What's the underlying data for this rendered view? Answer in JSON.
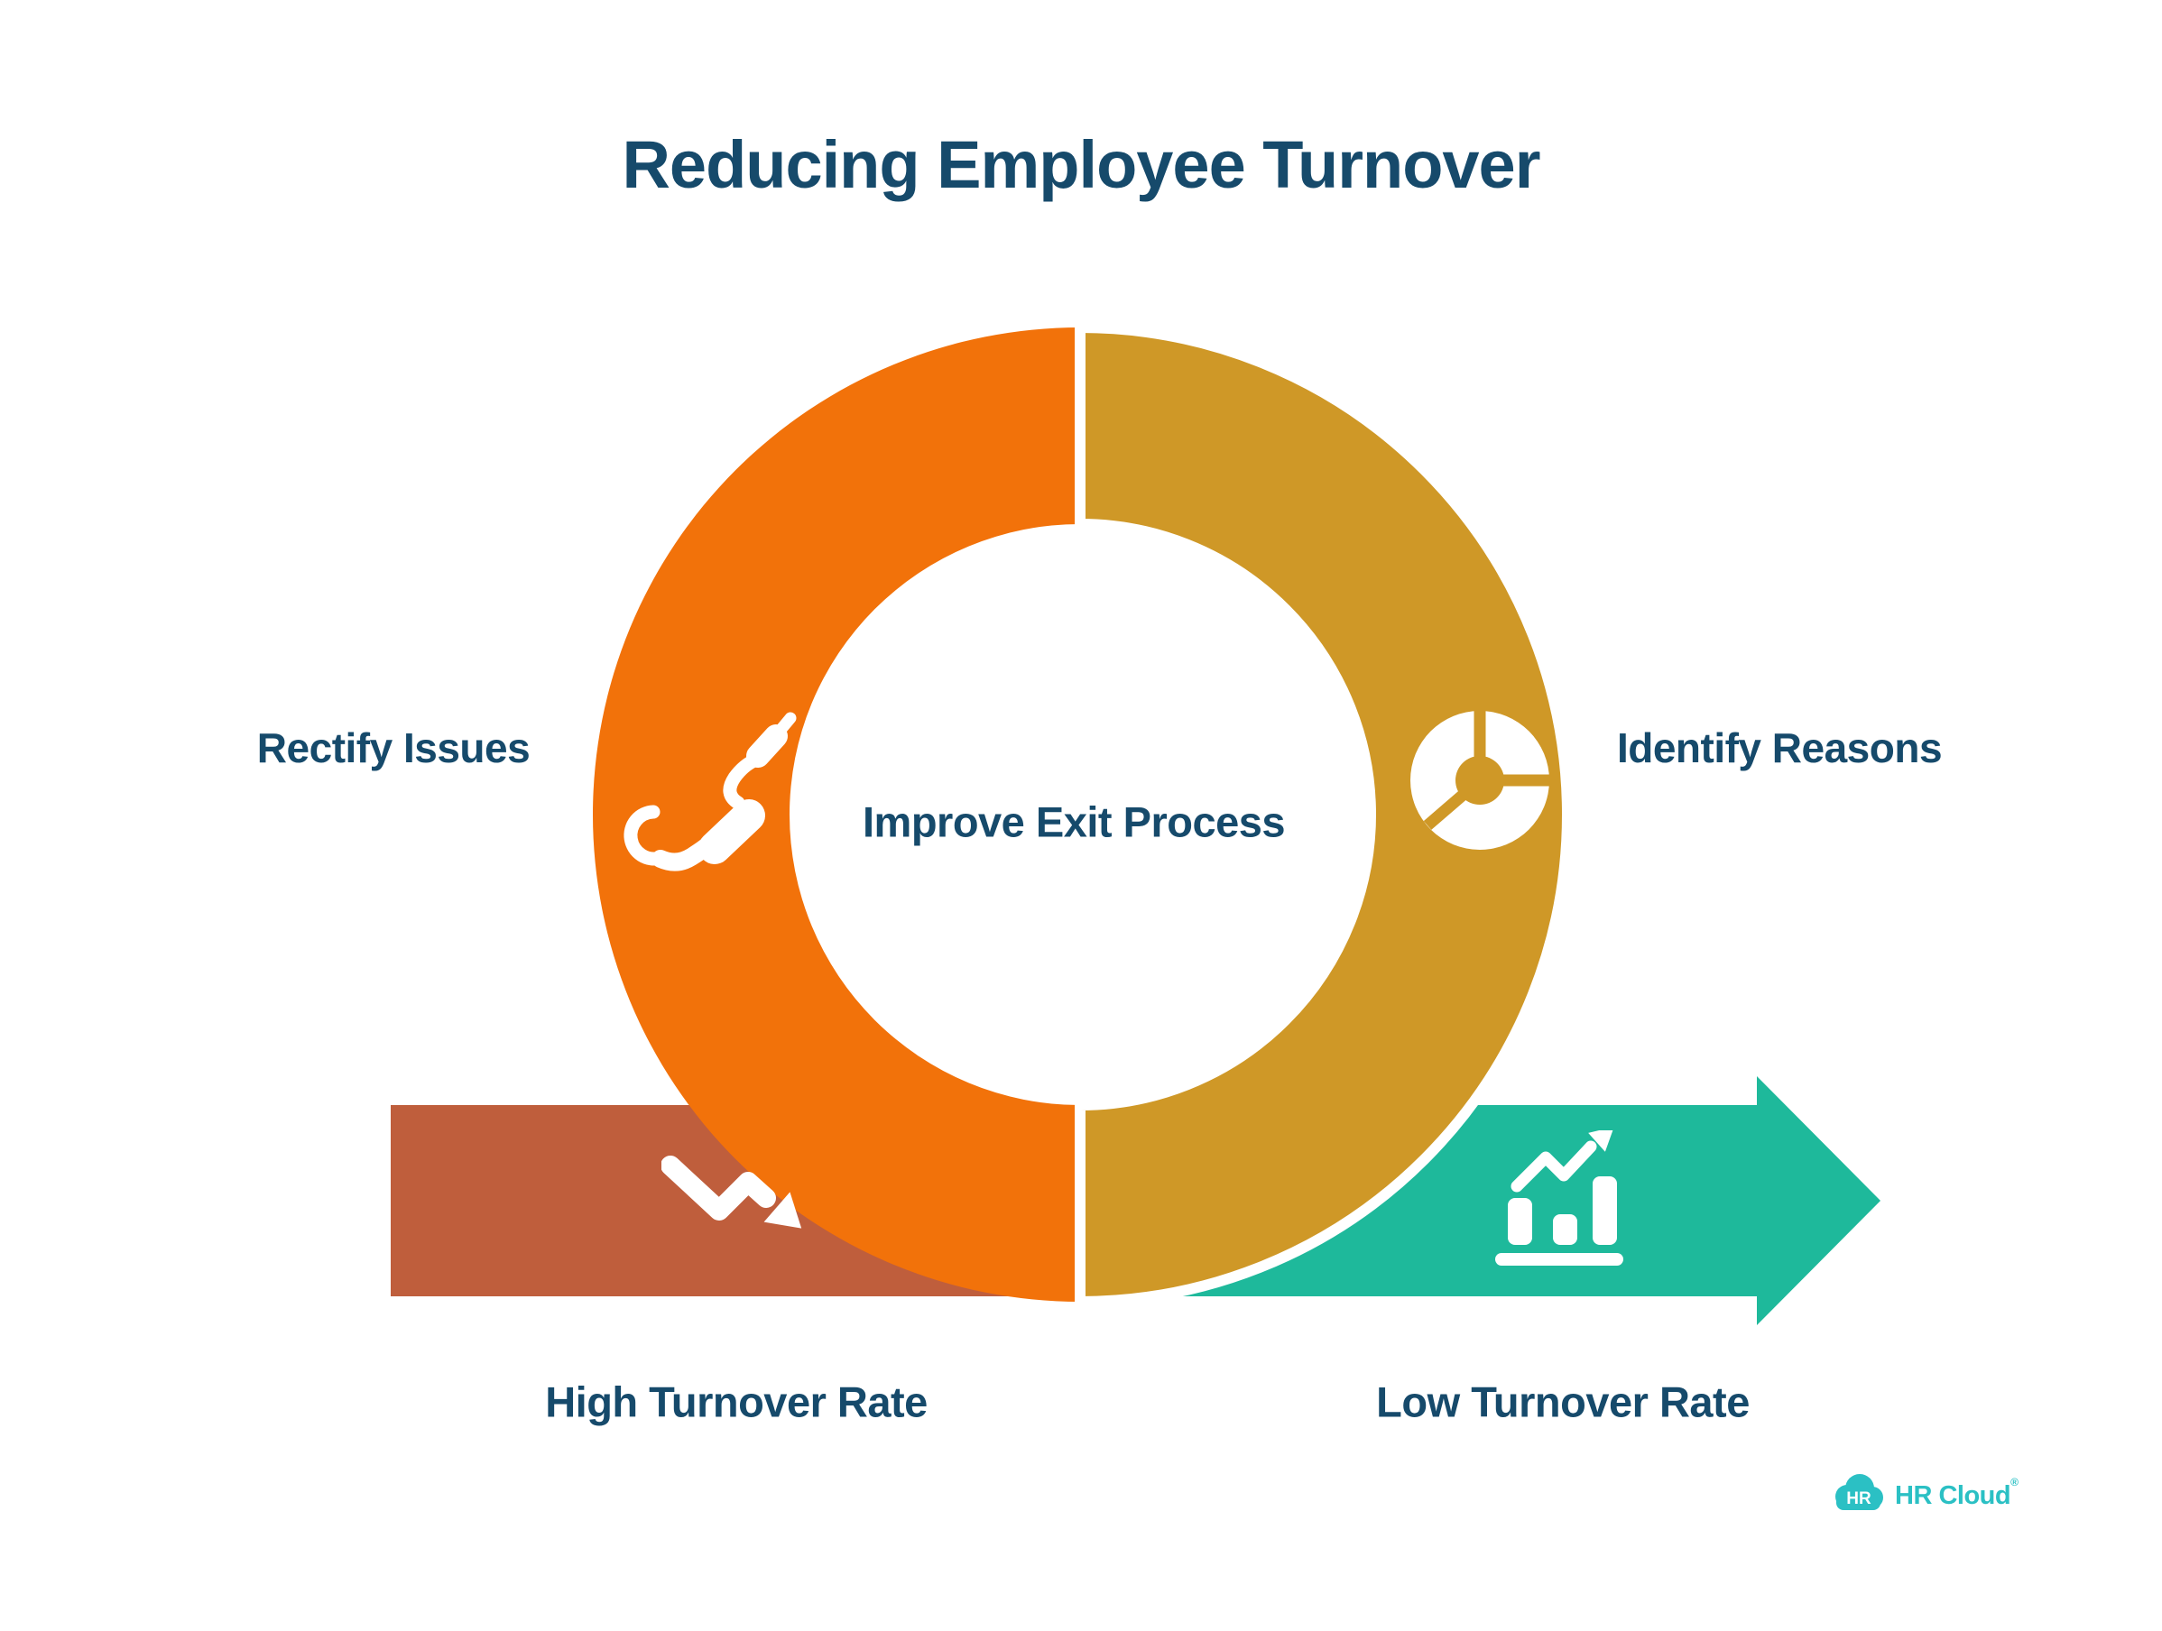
{
  "header": {
    "title": "Reducing Employee Turnover"
  },
  "cycle": {
    "center_label": "Improve Exit Process",
    "segments": [
      {
        "side": "left",
        "label": "Rectify Issues",
        "icon": "wrench-icon",
        "color": "#F2720A"
      },
      {
        "side": "right",
        "label": "Identify Reasons",
        "icon": "pie-chart-icon",
        "color": "#CF9827"
      }
    ]
  },
  "flow": {
    "start": {
      "label": "High Turnover Rate",
      "icon": "trend-down-icon",
      "color": "#BF5E3C"
    },
    "end": {
      "label": "Low Turnover Rate",
      "icon": "trend-up-chart-icon",
      "color": "#1EB99B"
    }
  },
  "branding": {
    "monogram": "HR",
    "name": "HR Cloud",
    "mark": "®",
    "color": "#2BC0C4"
  },
  "colors": {
    "text": "#164A6B",
    "background": "#FFFFFF",
    "divider": "#FFFFFF"
  }
}
